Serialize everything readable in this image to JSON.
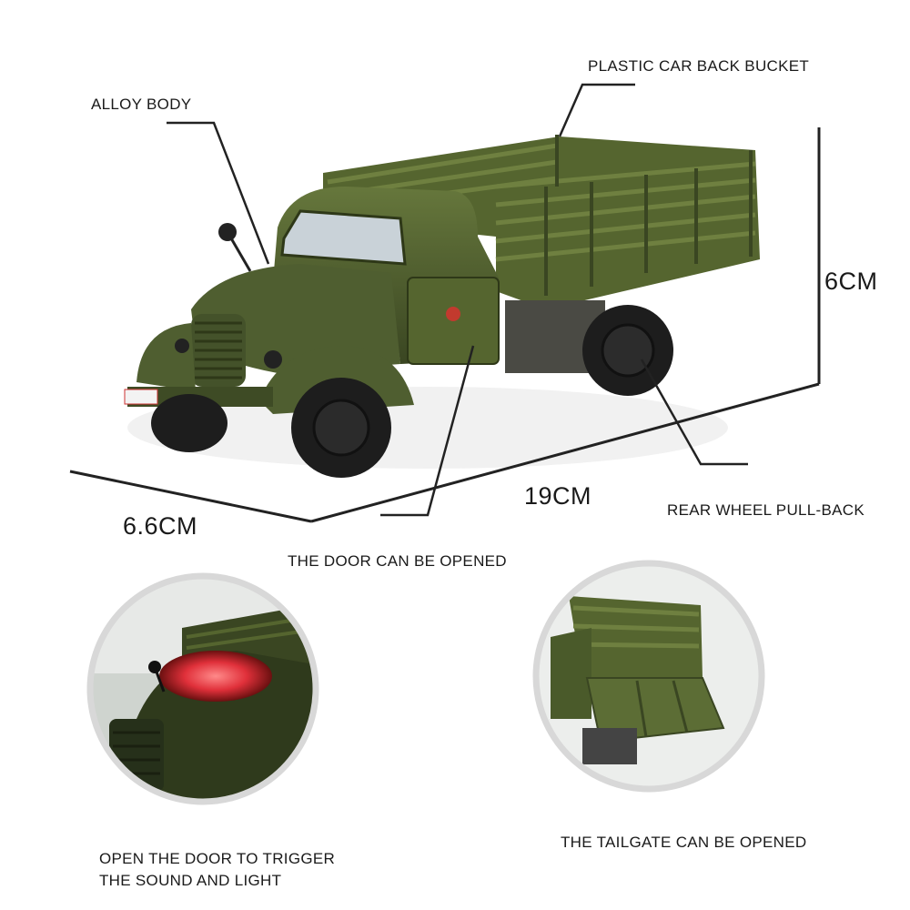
{
  "callouts": {
    "plastic_bucket": "PLASTIC CAR BACK BUCKET",
    "alloy_body": "ALLOY BODY",
    "rear_wheel": "REAR WHEEL PULL-BACK",
    "door_opened": "THE DOOR CAN BE OPENED",
    "sound_light": "OPEN THE DOOR TO TRIGGER\nTHE SOUND AND LIGHT",
    "tailgate": "THE TAILGATE CAN BE OPENED"
  },
  "dimensions": {
    "height": "6CM",
    "length": "19CM",
    "width": "6.6CM"
  },
  "colors": {
    "truck_green": "#4f5e30",
    "truck_green_dark": "#3a4622",
    "headlight_red": "#e0303a",
    "circle_border": "#d8d8d8"
  }
}
